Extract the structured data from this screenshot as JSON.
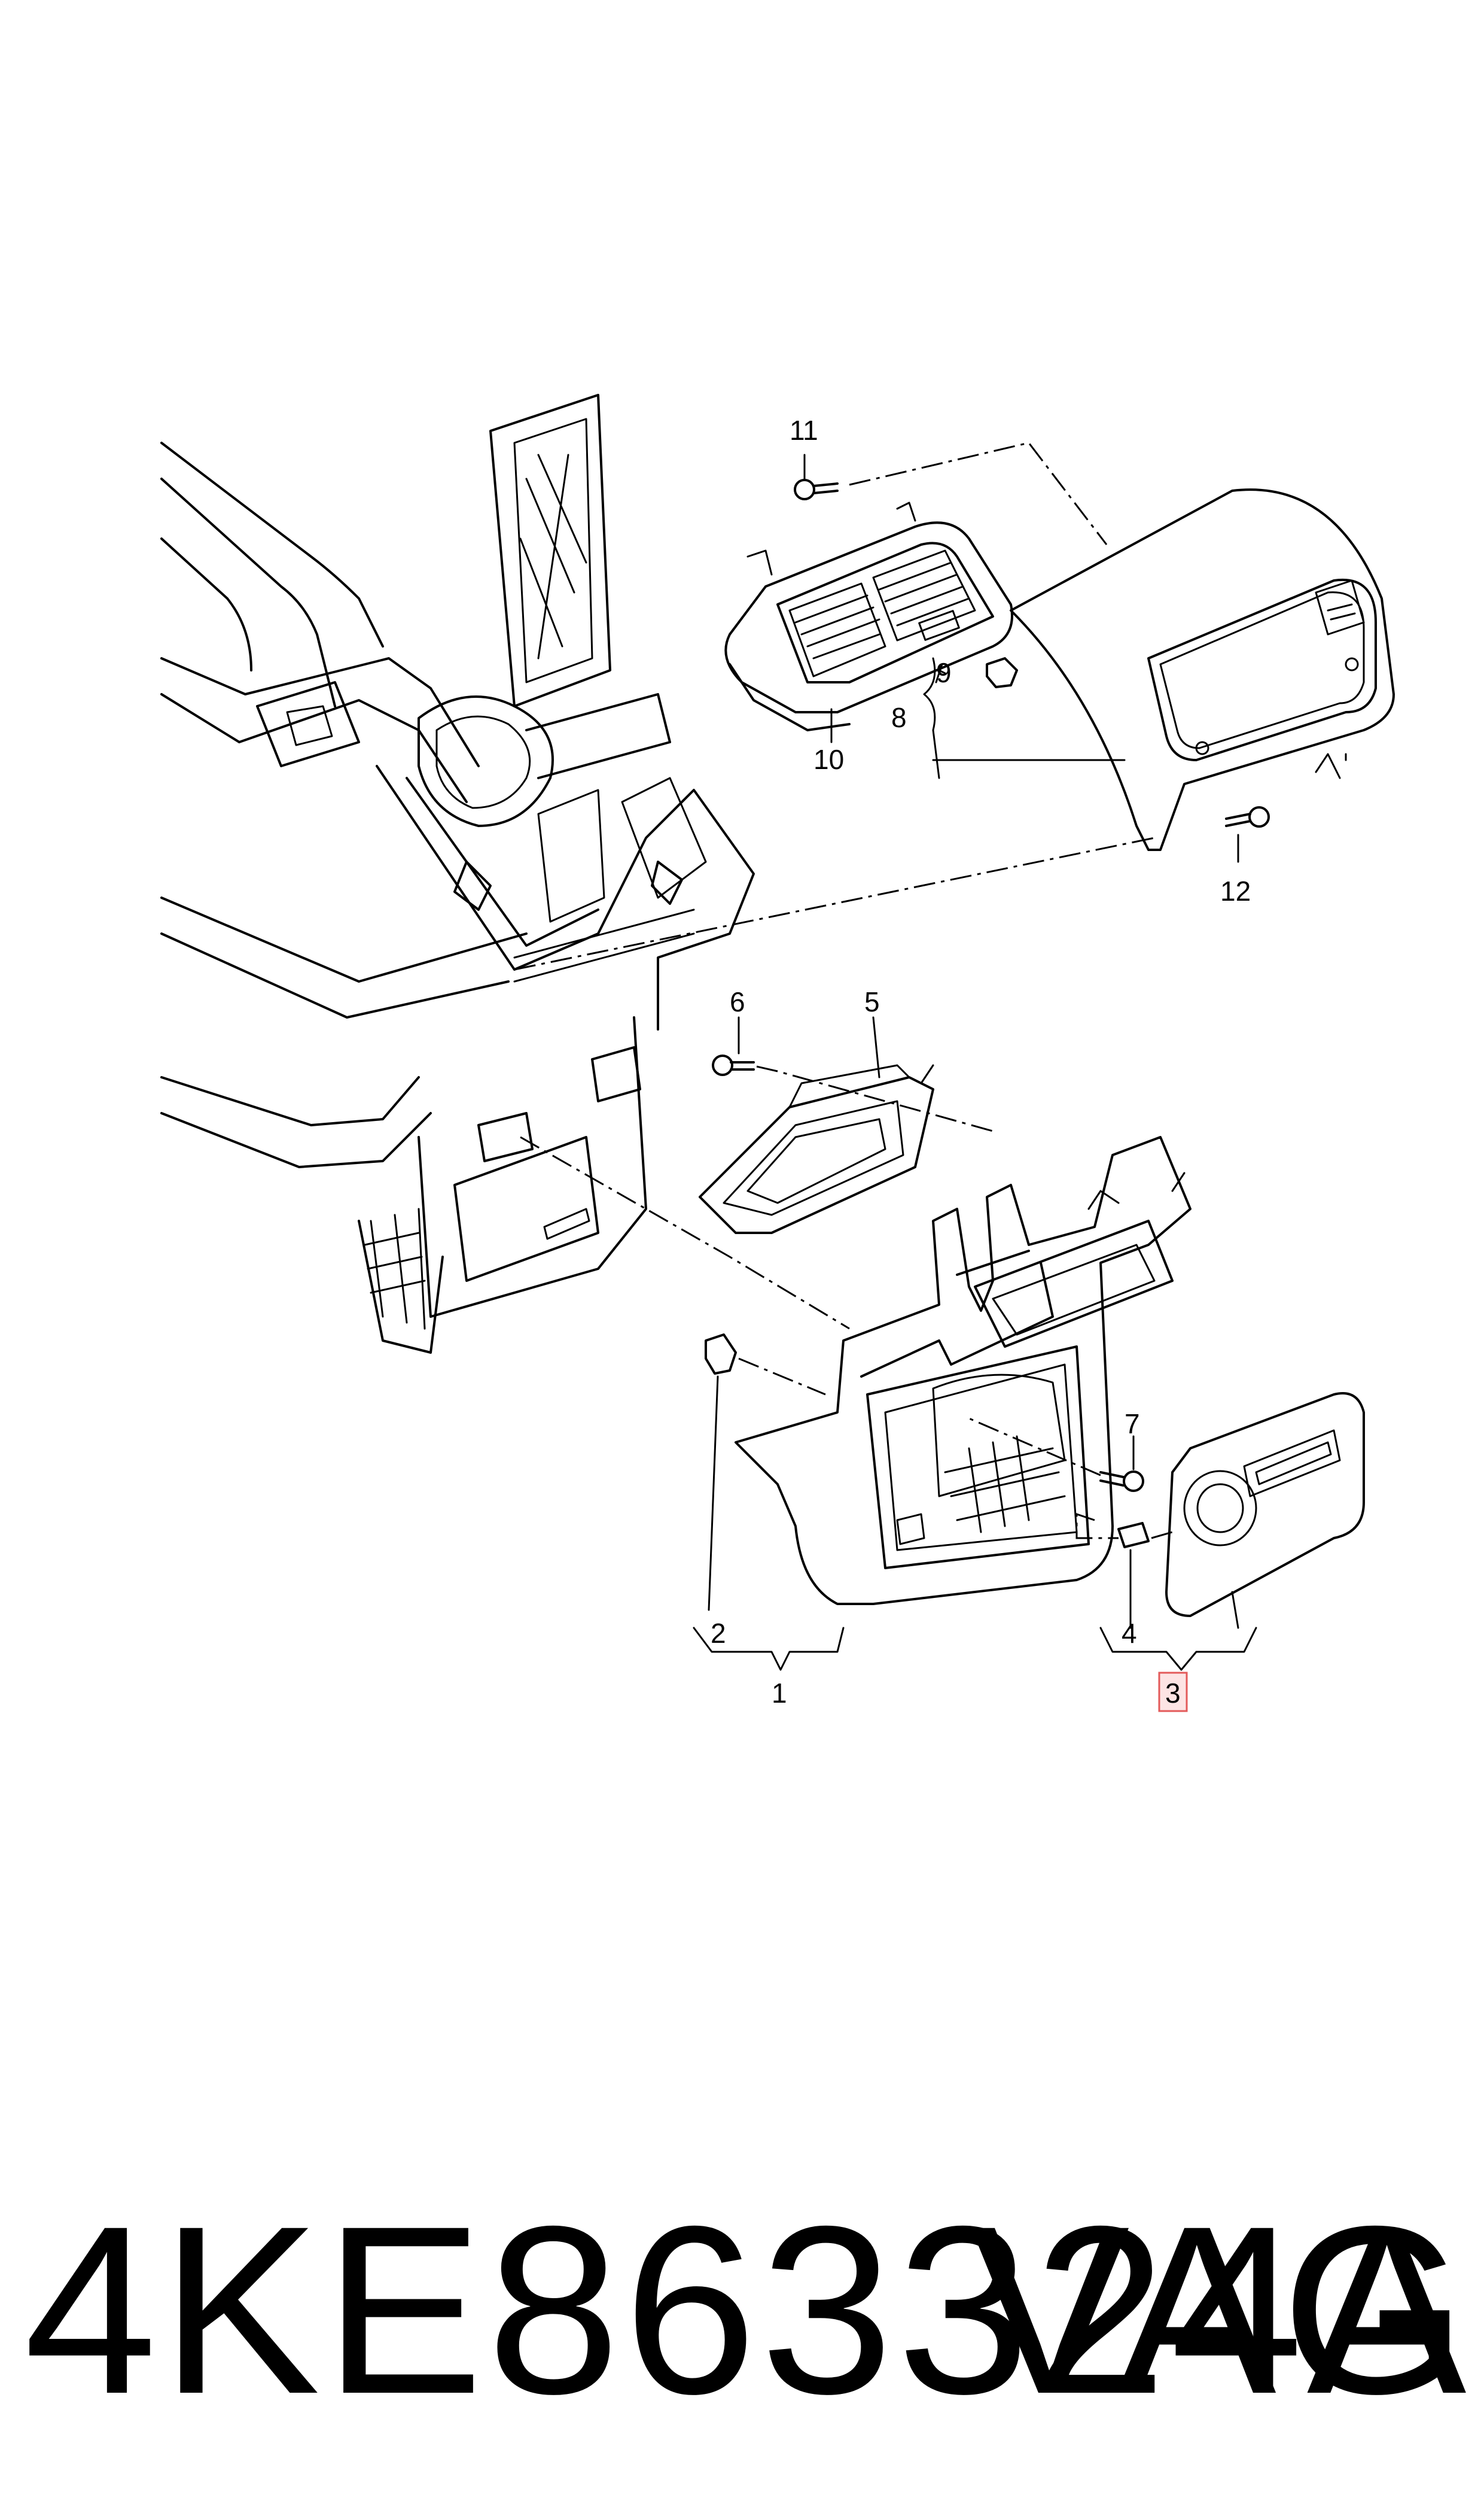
{
  "diagram": {
    "callouts": [
      {
        "id": "c1",
        "label": "1",
        "highlighted": false
      },
      {
        "id": "c2",
        "label": "2",
        "highlighted": false
      },
      {
        "id": "c3",
        "label": "3",
        "highlighted": true
      },
      {
        "id": "c4",
        "label": "4",
        "highlighted": false
      },
      {
        "id": "c5",
        "label": "5",
        "highlighted": false
      },
      {
        "id": "c6",
        "label": "6",
        "highlighted": false
      },
      {
        "id": "c7",
        "label": "7",
        "highlighted": false
      },
      {
        "id": "c8",
        "label": "8",
        "highlighted": false
      },
      {
        "id": "c9",
        "label": "9",
        "highlighted": false
      },
      {
        "id": "c10",
        "label": "10",
        "highlighted": false
      },
      {
        "id": "c11",
        "label": "11",
        "highlighted": false
      },
      {
        "id": "c12",
        "label": "12",
        "highlighted": false
      }
    ],
    "highlight_color": "#e35a5a"
  },
  "footer": {
    "part_number": "4KE863324A",
    "brand": "VAG"
  }
}
